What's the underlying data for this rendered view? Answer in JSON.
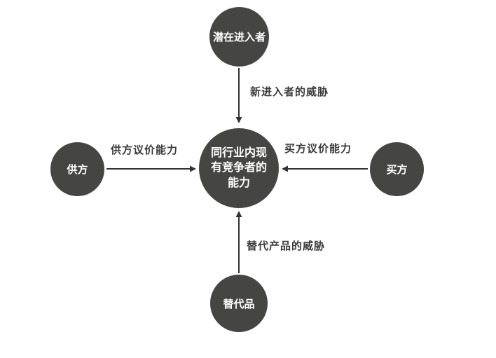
{
  "diagram": {
    "type": "five-forces",
    "nodes": {
      "top": {
        "label": "潜在进入者"
      },
      "center": {
        "label": "同行业内现有竞争者的能力",
        "lines": [
          "同行业内现",
          "有竞争者的",
          "能力"
        ]
      },
      "left": {
        "label": "供方"
      },
      "right": {
        "label": "买方"
      },
      "bottom": {
        "label": "替代品"
      }
    },
    "edges": {
      "top_to_center": {
        "label": "新进入者的威胁",
        "direction": "down"
      },
      "left_to_center": {
        "label": "供方议价能力",
        "direction": "right"
      },
      "right_to_center": {
        "label": "买方议价能力",
        "direction": "left"
      },
      "bottom_to_center": {
        "label": "替代产品的威胁",
        "direction": "up"
      }
    },
    "colors": {
      "node_fill": "#454543",
      "node_text": "#ffffff",
      "arrow": "#333333",
      "label_text": "#3a3a3a",
      "background": "#ffffff"
    }
  }
}
